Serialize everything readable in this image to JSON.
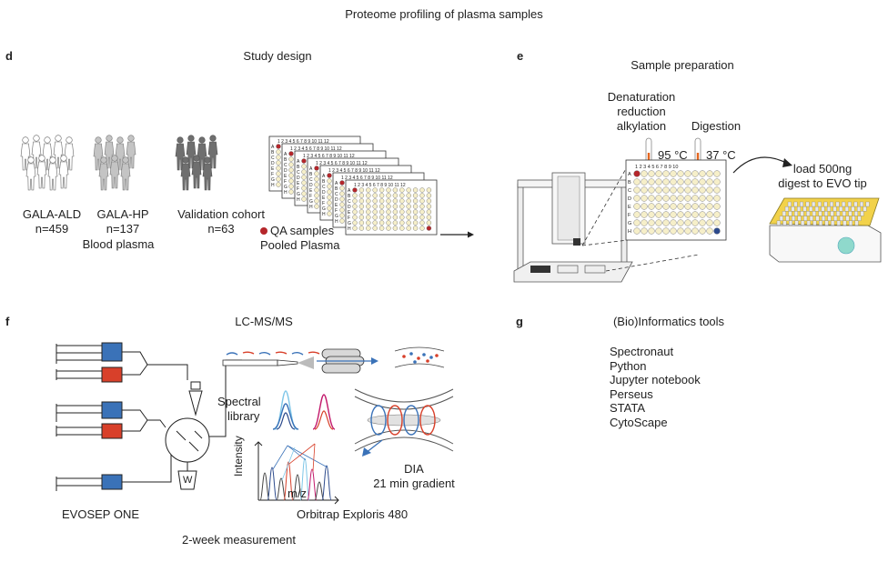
{
  "title": "Proteome profiling of plasma samples",
  "panels": {
    "d": {
      "letter": "d",
      "heading": "Study design",
      "cohorts": [
        {
          "name": "GALA-ALD",
          "n": "n=459"
        },
        {
          "name": "GALA-HP",
          "n": "n=137"
        },
        {
          "name": "Validation cohort",
          "n": "n=63"
        }
      ],
      "sample_type": "Blood plasma",
      "plate_rows": [
        "A",
        "B",
        "C",
        "D",
        "E",
        "F",
        "G",
        "H"
      ],
      "plate_cols": "1 2 3 4 5 6 7 8 9 10 11 12",
      "legend_qa": "QA samples",
      "legend_pooled": "Pooled Plasma"
    },
    "e": {
      "letter": "e",
      "heading": "Sample preparation",
      "step1": [
        "Denaturation",
        "reduction",
        "alkylation"
      ],
      "step1_temp": "95 °C",
      "step2": "Digestion",
      "step2_temp": "37 °C",
      "plate_cols": "1 2 3 4 5 6 7 8 9 10",
      "load_text": [
        "load 500ng",
        "digest to EVO tip"
      ]
    },
    "f": {
      "letter": "f",
      "heading": "LC-MS/MS",
      "lc_label": "EVOSEP ONE",
      "waste_label": "W",
      "spectral_label": [
        "Spectral",
        "library"
      ],
      "y_axis": "Intensity",
      "x_axis": "m/z",
      "dia_label": [
        "DIA",
        "21 min gradient"
      ],
      "ms_label": "Orbitrap Exploris 480",
      "duration": "2-week measurement"
    },
    "g": {
      "letter": "g",
      "heading": "(Bio)Informatics tools",
      "tools": [
        "Spectronaut",
        "Python",
        "Jupyter notebook",
        "Perseus",
        "STATA",
        "CytoScape"
      ]
    }
  },
  "colors": {
    "qa_red": "#b5262b",
    "pooled_blue": "#2c4a8c",
    "well_fill": "#f6efc9",
    "thermo_orange": "#e4661f",
    "lc_blue": "#3a72b8",
    "lc_red": "#d8402a",
    "tip_yellow": "#f2d24a"
  }
}
